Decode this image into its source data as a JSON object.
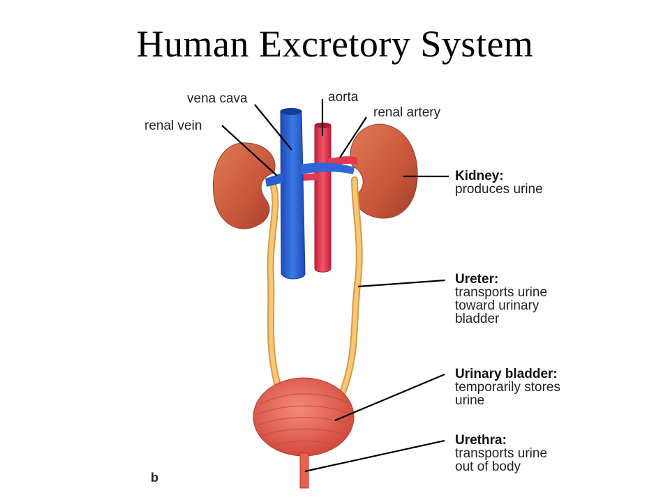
{
  "title": "Human Excretory System",
  "labels": {
    "vena_cava": "vena cava",
    "aorta": "aorta",
    "renal_artery": "renal artery",
    "renal_vein": "renal vein",
    "kidney": {
      "name": "Kidney:",
      "desc": [
        "produces urine"
      ]
    },
    "ureter": {
      "name": "Ureter:",
      "desc": [
        "transports urine",
        "toward urinary",
        "bladder"
      ]
    },
    "bladder": {
      "name": "Urinary bladder:",
      "desc": [
        "temporarily stores",
        "urine"
      ]
    },
    "urethra": {
      "name": "Urethra:",
      "desc": [
        "transports urine",
        "out of body"
      ]
    },
    "panel": "b"
  },
  "colors": {
    "kidney": "#c8563a",
    "vein": "#2a5fcf",
    "artery": "#e0344e",
    "ureter": "#f1b960",
    "bladder": "#e8604e"
  }
}
